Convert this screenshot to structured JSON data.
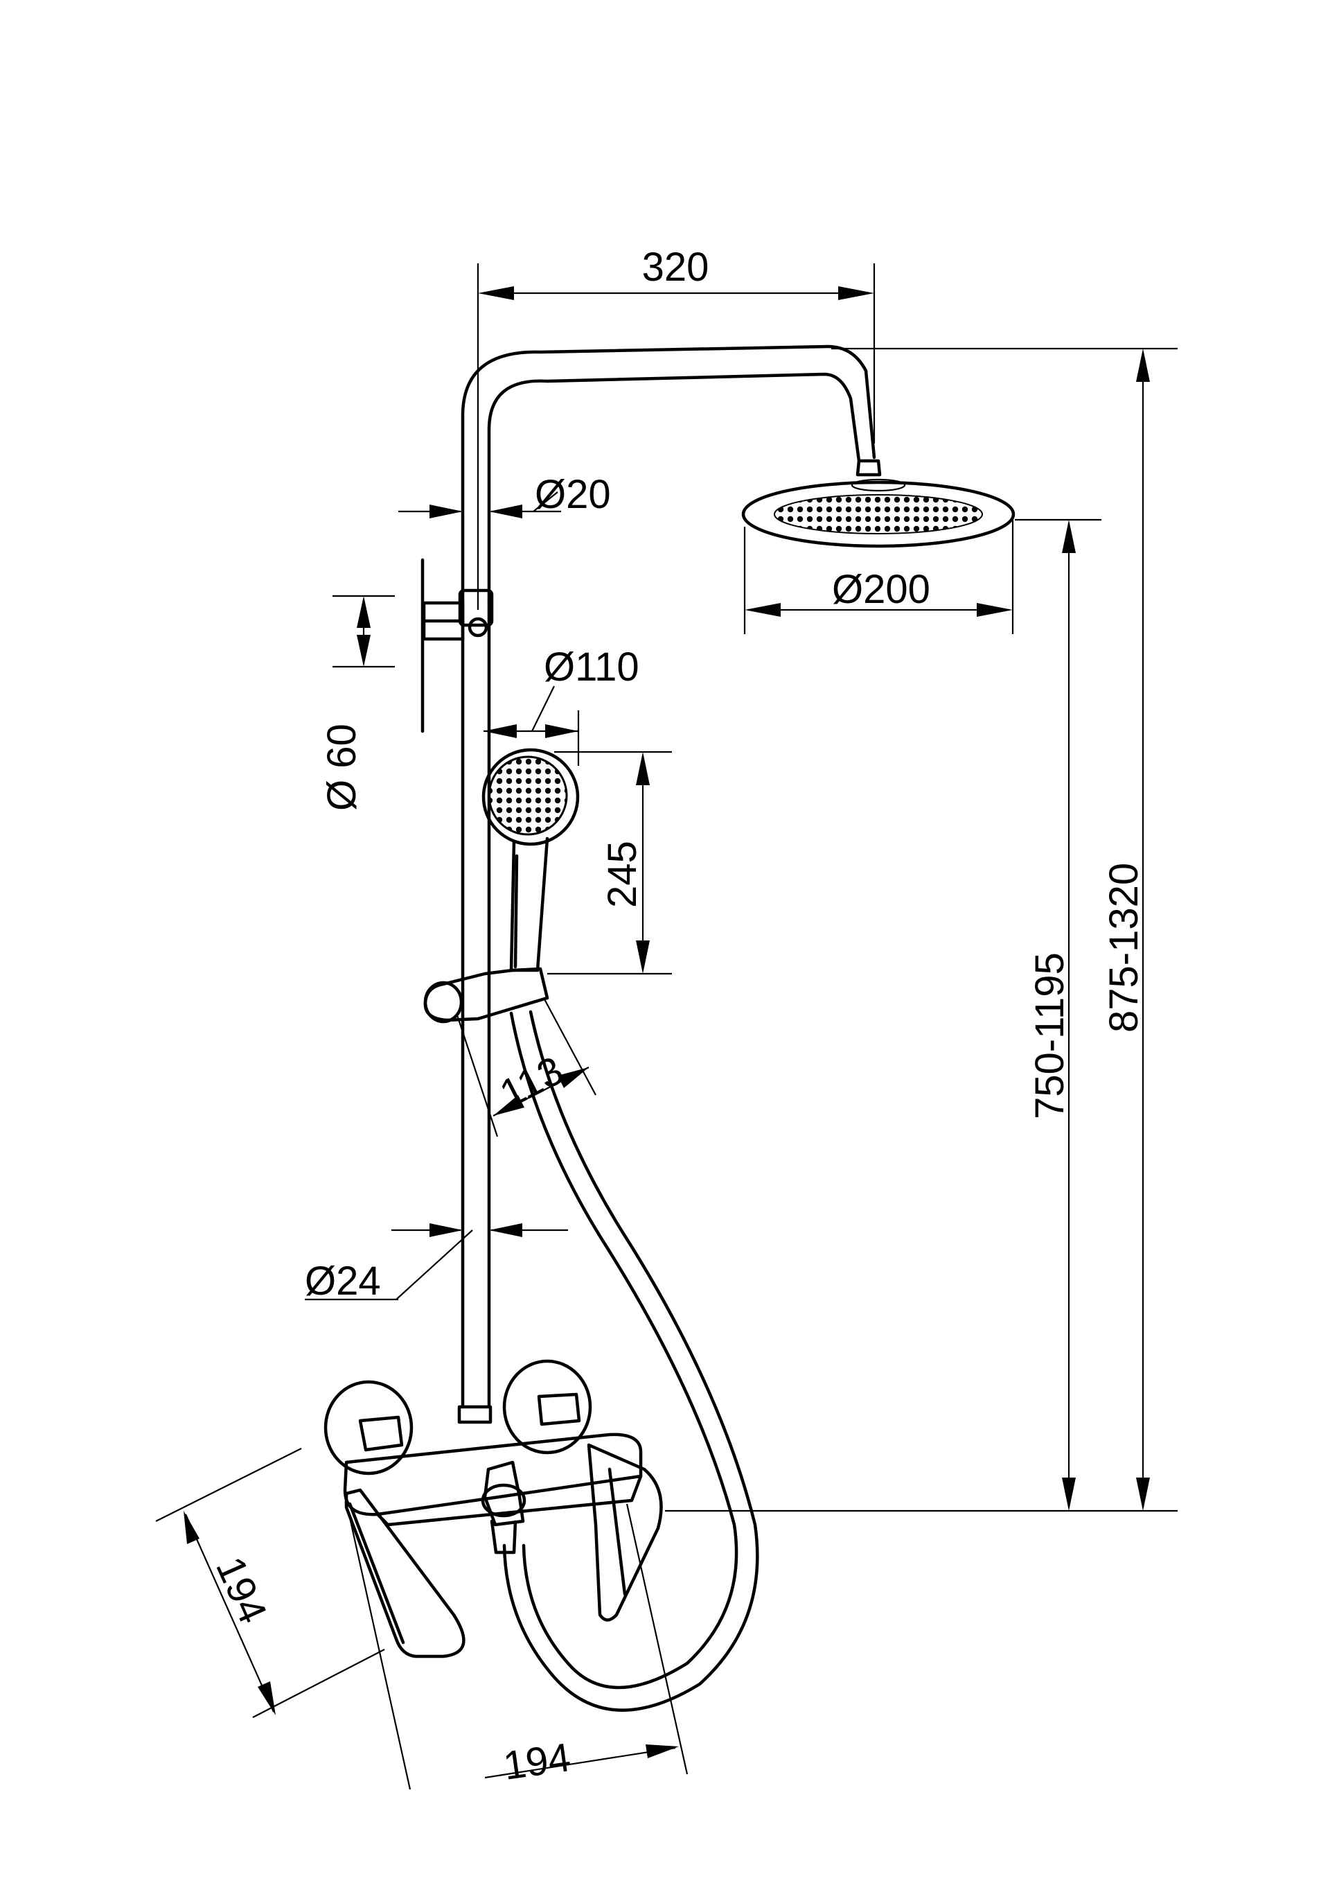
{
  "dimensions": {
    "width_top": "320",
    "pipe_diameter_top": "Ø20",
    "head_diameter": "Ø200",
    "handshower_diameter": "Ø110",
    "wall_mount_diameter": "Ø 60",
    "handshower_length": "245",
    "slider_offset": "113",
    "rail_diameter": "Ø24",
    "height_range_inner": "750-1195",
    "height_range_outer": "875-1320",
    "mixer_depth": "194",
    "spout_length": "194"
  }
}
